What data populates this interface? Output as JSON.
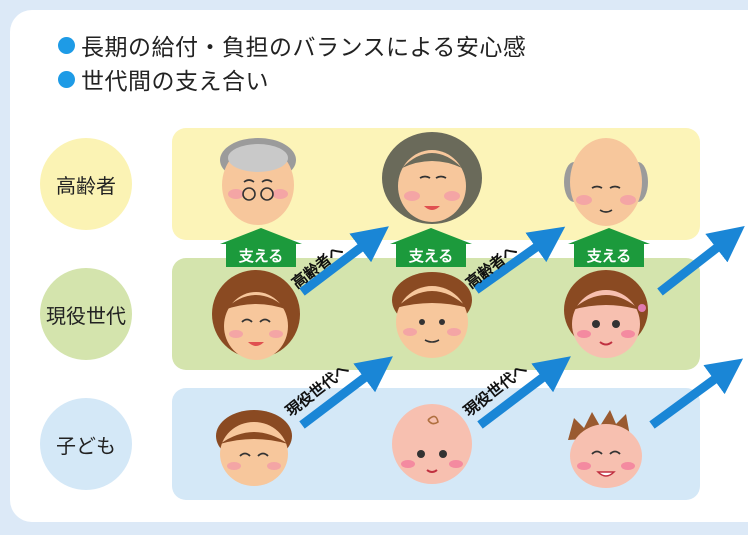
{
  "bullets": [
    "長期の給付・負担のバランスによる安心感",
    "世代間の支え合い"
  ],
  "rows": {
    "elder": "高齢者",
    "worker": "現役世代",
    "child": "子ども"
  },
  "support_label": "支える",
  "arrow_label_elder": "高齢者へ",
  "arrow_label_worker": "現役世代へ",
  "icons": [
    "elderly-man-glasses-face-icon",
    "elderly-woman-face-icon",
    "bald-elderly-man-face-icon",
    "woman-face-icon",
    "man-face-icon",
    "young-woman-face-icon",
    "boy-face-icon",
    "baby-face-icon",
    "spiky-hair-boy-face-icon"
  ],
  "colors": {
    "bullet": "#1e9be6",
    "arrow": "#1a86d6",
    "support": "#1c9a3c",
    "elder_band": "#fcf4b8",
    "worker_band": "#d4e4ad",
    "child_band": "#d4e8f7"
  }
}
